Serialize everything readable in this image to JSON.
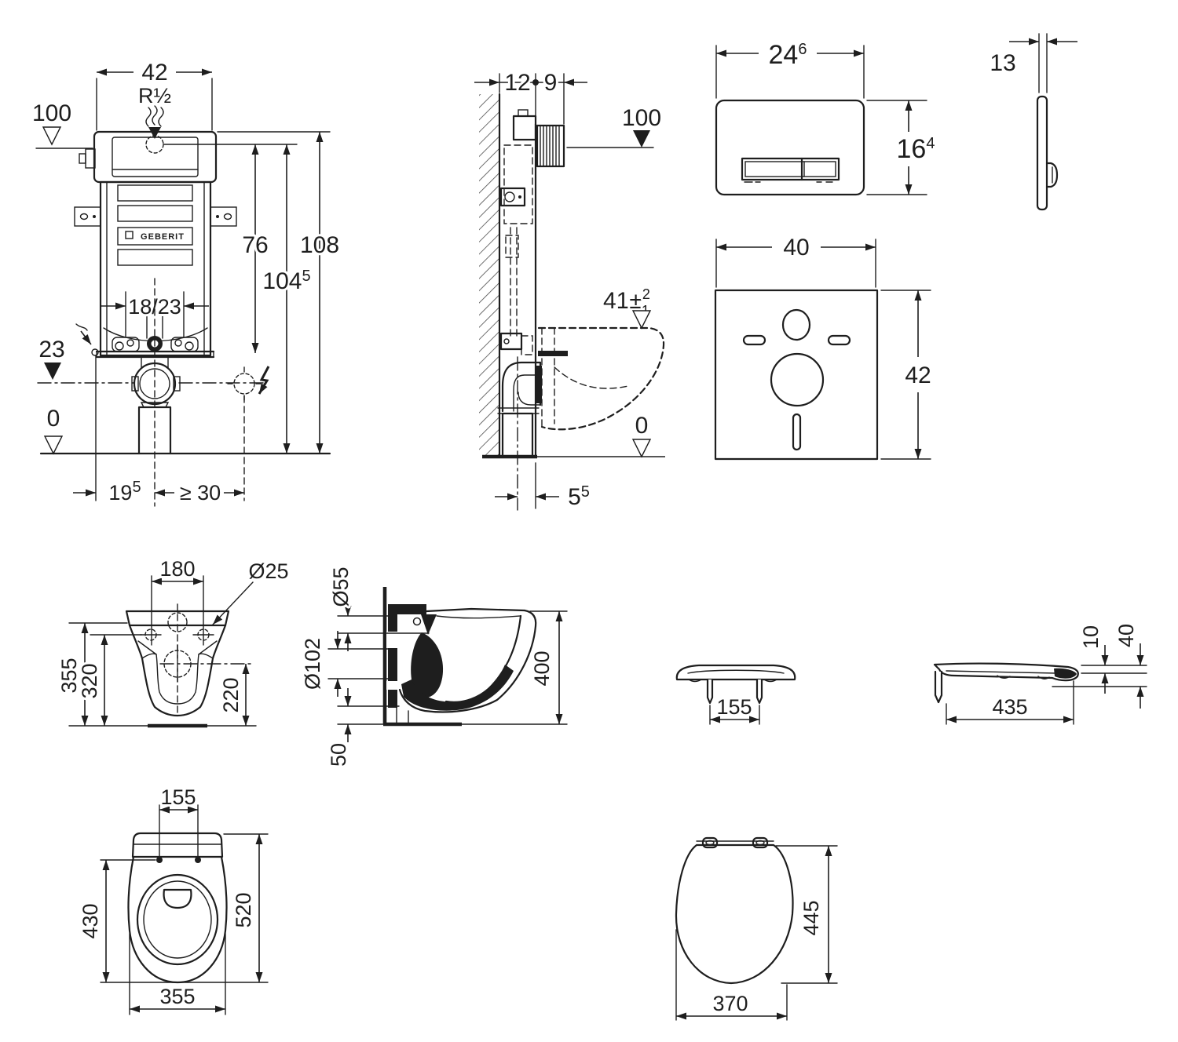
{
  "sheet": {
    "background": "#ffffff",
    "line_color": "#1e1e1e"
  },
  "cistern_front": {
    "width": "42",
    "supply_thread": "R½",
    "level_top": "100",
    "dim_flush_height": "76",
    "dim_total_height": "108",
    "dim_actuator_height": "104",
    "dim_actuator_height_sup": "5",
    "dim_rail_spacing": "18/23",
    "dim_outlet_level": "23",
    "level_floor": "0",
    "dim_offset_center": "19",
    "dim_offset_center_sup": "5",
    "dim_offset_right": "≥ 30",
    "logo": "GEBERIT"
  },
  "cistern_side": {
    "dim_frame_depth": "12",
    "dim_pipe_depth": "9",
    "level_top": "100",
    "dim_bowl_height": "41",
    "tol_sign": "±",
    "tol_plus": "2",
    "tol_minus": "1",
    "level_floor": "0",
    "dim_outlet_offset": "5",
    "dim_outlet_offset_sup": "5"
  },
  "flush_plate_front": {
    "width": "24",
    "width_sup": "6",
    "height": "16",
    "height_sup": "4"
  },
  "flush_plate_side": {
    "thickness": "13"
  },
  "insulation_mat": {
    "width": "40",
    "height": "42"
  },
  "bowl_front": {
    "dim_hole_spacing": "180",
    "dim_hole_dia": "Ø25",
    "dim_height": "355",
    "dim_hole_height": "320",
    "dim_outlet_height": "220"
  },
  "bowl_side": {
    "dim_inlet_dia": "Ø55",
    "dim_outlet_dia": "Ø102",
    "dim_depth": "400",
    "dim_clearance": "50"
  },
  "seat_front": {
    "dim_hinge_spacing": "155"
  },
  "seat_side": {
    "dim_length": "435",
    "dim_thickness": "10",
    "dim_height": "40"
  },
  "bowl_top": {
    "dim_hole_spacing": "155",
    "dim_inner_length": "430",
    "dim_length": "520",
    "dim_width": "355"
  },
  "seat_top": {
    "dim_length": "445",
    "dim_width": "370"
  }
}
